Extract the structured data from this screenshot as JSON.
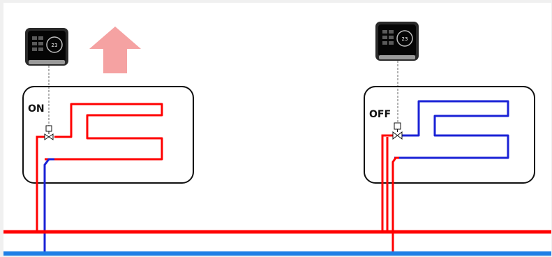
{
  "zones": [
    {
      "state_label": "ON",
      "valve_state": "open",
      "heat_output": true,
      "thermostat": {
        "display_value": "23"
      }
    },
    {
      "state_label": "OFF",
      "valve_state": "closed",
      "heat_output": false,
      "thermostat": {
        "display_value": "23"
      }
    }
  ],
  "colors": {
    "background": "#f0f0f0",
    "panel": "#ffffff",
    "supply_pipe": "#ff0000",
    "return_pipe": "#1e7fe6",
    "loop_hot": "#ff0000",
    "loop_cold": "#1a22d6",
    "heat_arrow": "#f5a2a2",
    "room_outline": "#111111",
    "control_wire": "#666666"
  }
}
